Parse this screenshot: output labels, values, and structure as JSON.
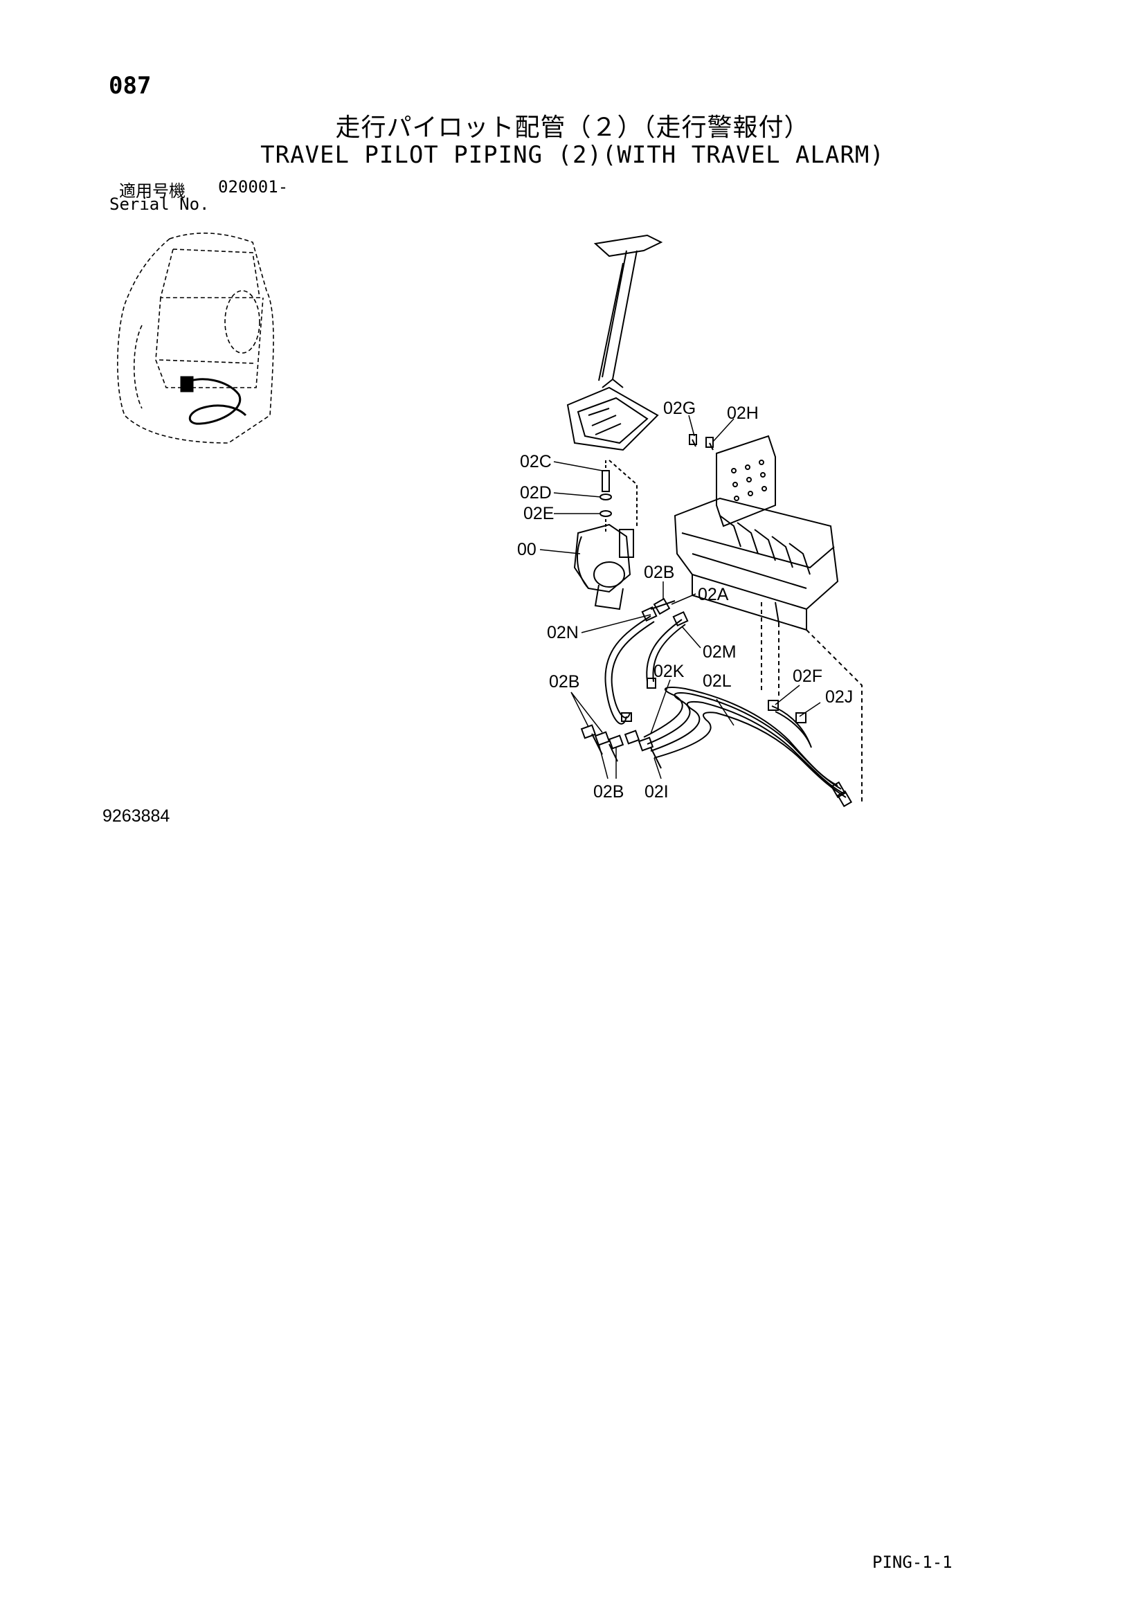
{
  "header": {
    "page_number": "087",
    "title_jp": "走行パイロット配管（２）（走行警報付）",
    "title_en": "TRAVEL PILOT PIPING (2)(WITH TRAVEL ALARM)",
    "serial_label_jp": "適用号機",
    "serial_from": "020001-",
    "serial_label_en": "Serial No."
  },
  "diagram": {
    "callouts": {
      "c02G": "02G",
      "c02H": "02H",
      "c02C": "02C",
      "c02D": "02D",
      "c02E": "02E",
      "c00": "00",
      "c02B_top": "02B",
      "c02A": "02A",
      "c02N": "02N",
      "c02M": "02M",
      "c02K": "02K",
      "c02L": "02L",
      "c02F": "02F",
      "c02J": "02J",
      "c02B_left": "02B",
      "c02B_bottom": "02B",
      "c02I": "02I"
    }
  },
  "footer": {
    "drawing_number": "9263884",
    "page_code": "PING-1-1"
  }
}
